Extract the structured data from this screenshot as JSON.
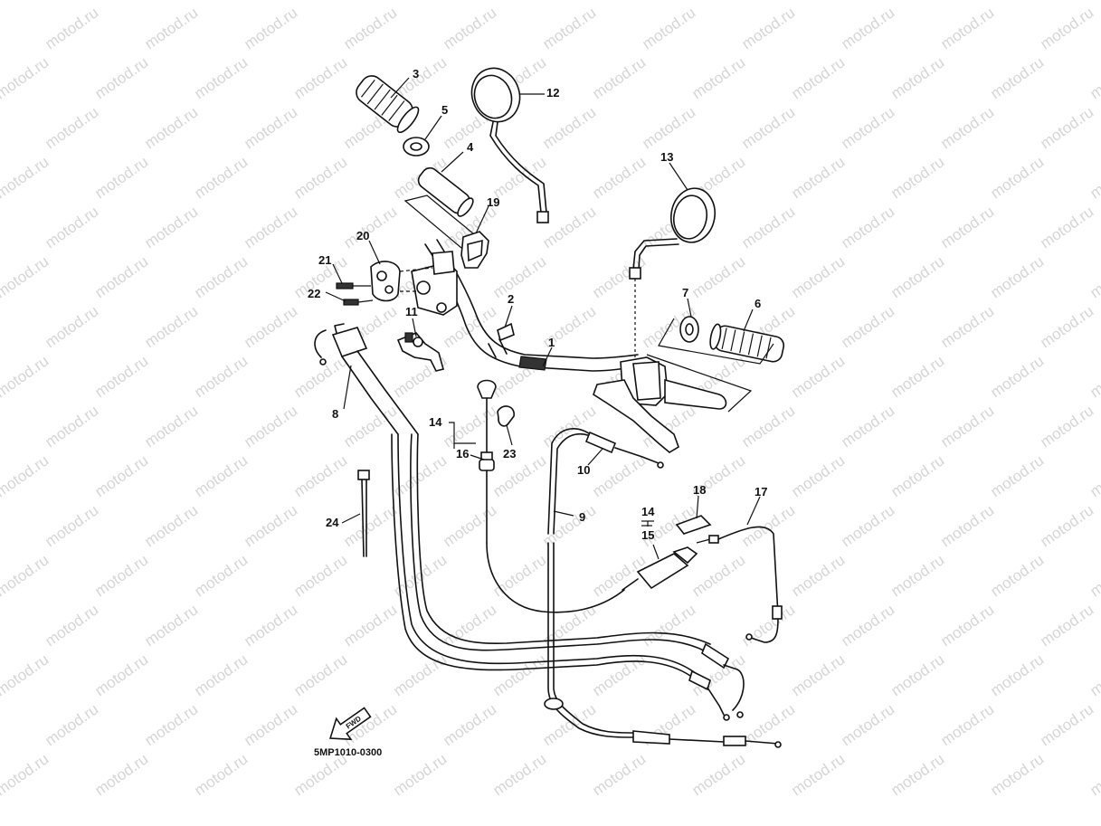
{
  "watermark": "motod.ru",
  "diagram_code": "5MP1010-0300",
  "fwd_label": "FWD",
  "callouts": {
    "c1": "1",
    "c2": "2",
    "c3": "3",
    "c4": "4",
    "c5": "5",
    "c6": "6",
    "c7": "7",
    "c8": "8",
    "c9": "9",
    "c10": "10",
    "c11": "11",
    "c12": "12",
    "c13": "13",
    "c14a": "14",
    "c14b": "14",
    "c15": "15",
    "c16": "16",
    "c17": "17",
    "c18": "18",
    "c19": "19",
    "c20": "20",
    "c21": "21",
    "c22": "22",
    "c23": "23",
    "c24": "24"
  }
}
